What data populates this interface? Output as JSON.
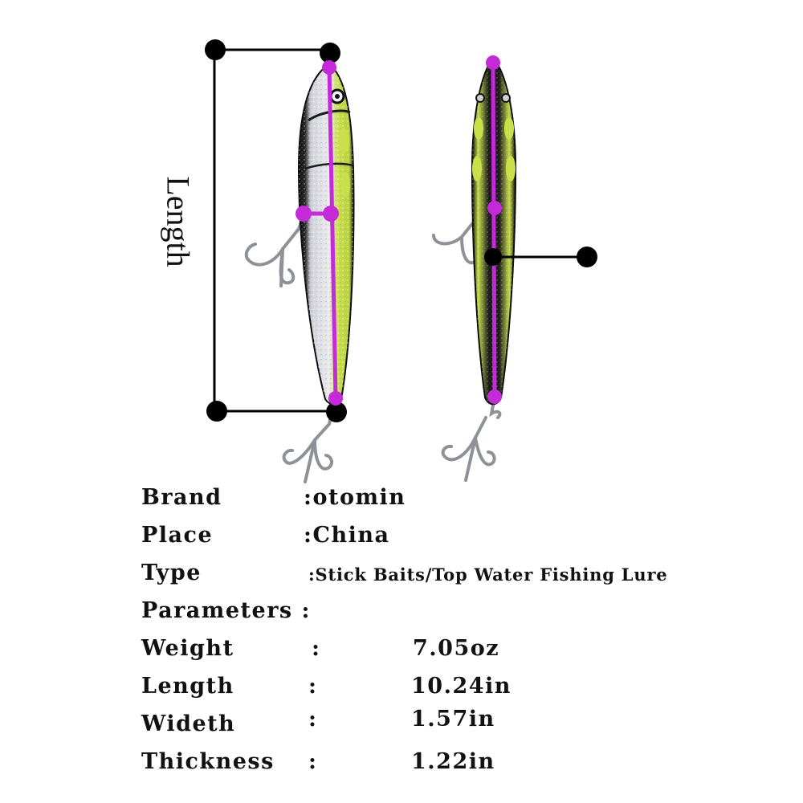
{
  "diagram": {
    "dimension_label": "Length"
  },
  "colors": {
    "marker_magenta": "#c42ad8",
    "marker_black": "#000000",
    "lure_lime": "#c9e04a",
    "lure_silver": "#d8dbe0",
    "lure_black": "#0b0b0b"
  },
  "specs": {
    "brand_label": "Brand",
    "brand_value": ":otomin",
    "place_label": "Place",
    "place_value": ":China",
    "type_label": "Type",
    "type_value": ":Stick Baits/Top Water Fishing Lure",
    "parameters_label": "Parameters :",
    "weight_label": "Weight",
    "weight_sep": ":",
    "weight_value": "7.05oz",
    "length_label": "Length",
    "length_sep": ":",
    "length_value": "10.24in",
    "width_label": "Wideth",
    "width_sep": ":",
    "width_value": "1.57in",
    "thickness_label": "Thickness",
    "thickness_sep": ":",
    "thickness_value": "1.22in"
  }
}
